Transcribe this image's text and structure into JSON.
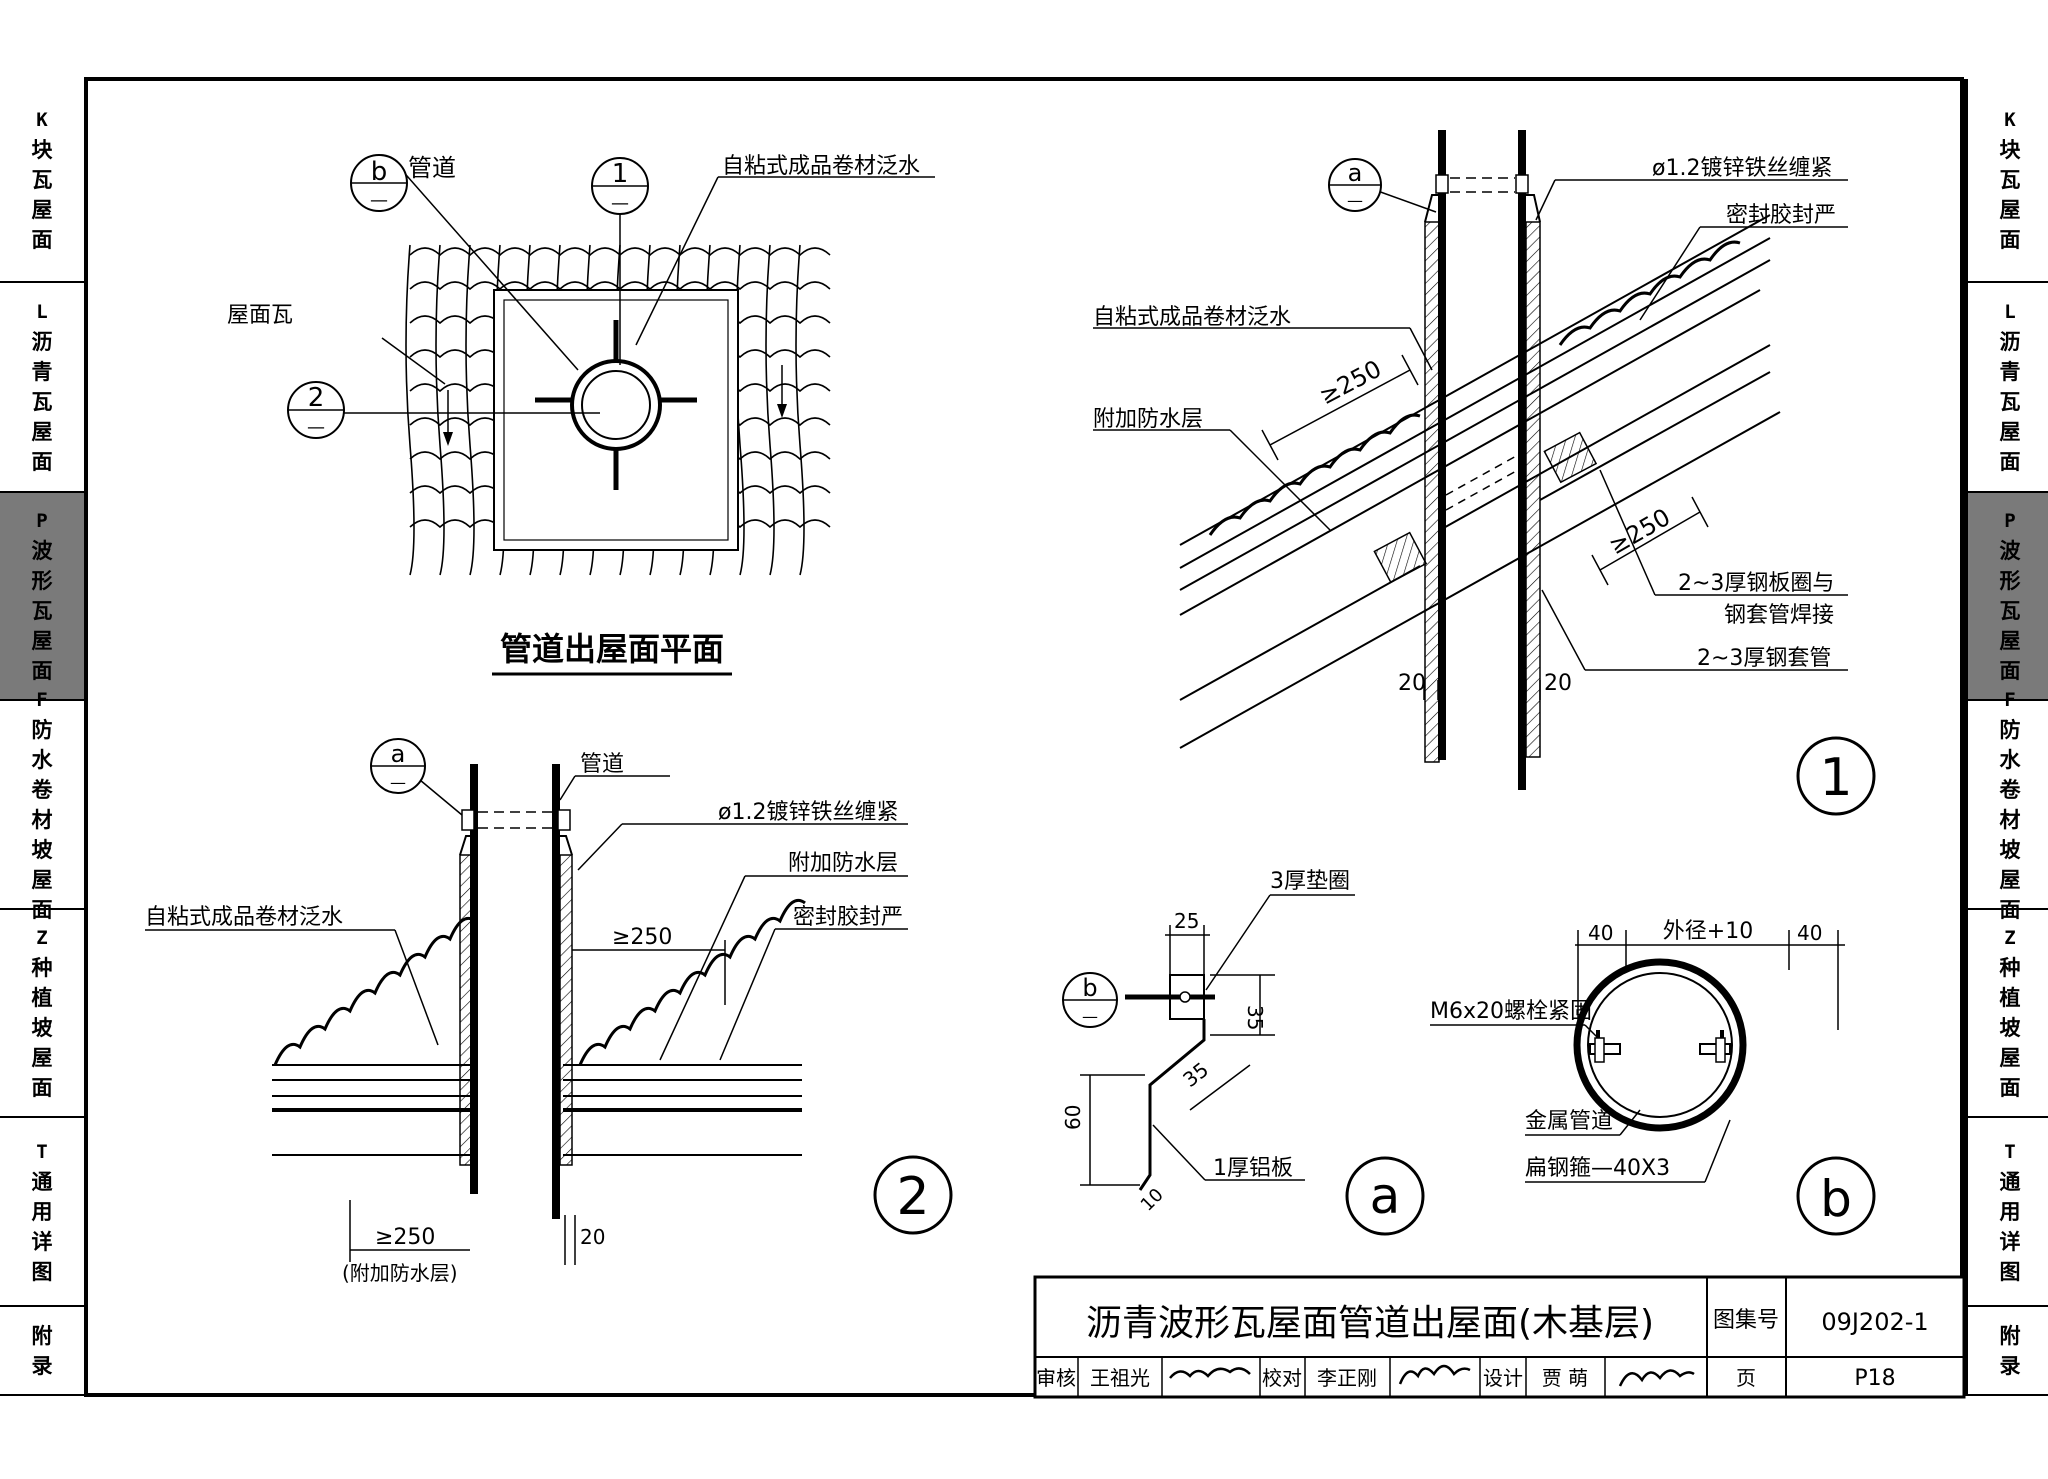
{
  "sidebar_sections": [
    {
      "code": "K",
      "chars": [
        "块",
        "瓦",
        "屋",
        "面"
      ],
      "active": false
    },
    {
      "code": "L",
      "chars": [
        "沥",
        "青",
        "瓦",
        "屋",
        "面"
      ],
      "active": false
    },
    {
      "code": "P",
      "chars": [
        "波",
        "形",
        "瓦",
        "屋",
        "面"
      ],
      "active": true
    },
    {
      "code": "F",
      "chars": [
        "防",
        "水",
        "卷",
        "材",
        "坡",
        "屋",
        "面"
      ],
      "active": false
    },
    {
      "code": "Z",
      "chars": [
        "种",
        "植",
        "坡",
        "屋",
        "面"
      ],
      "active": false
    },
    {
      "code": "T",
      "chars": [
        "通",
        "用",
        "详",
        "图"
      ],
      "active": false
    },
    {
      "code": "",
      "chars": [
        "附",
        "录"
      ],
      "active": false
    }
  ],
  "plan": {
    "title": "管道出屋面平面",
    "labels": {
      "pipe": "管道",
      "flashing": "自粘式成品卷材泛水",
      "tile": "屋面瓦"
    },
    "marker_b": "b",
    "marker_b_sub": "—",
    "marker_1": "1",
    "marker_1_sub": "—",
    "marker_2": "2",
    "marker_2_sub": "—"
  },
  "detail1": {
    "number": "1",
    "marker_a": "a",
    "marker_a_sub": "—",
    "labels": {
      "wire": "ø1.2镀锌铁丝缠紧",
      "sealant": "密封胶封严",
      "flashing": "自粘式成品卷材泛水",
      "extra_layer": "附加防水层",
      "ring_line1": "2~3厚钢板圈与",
      "ring_line2": "钢套管焊接",
      "sleeve": "2~3厚钢套管"
    },
    "dims": {
      "d250a": "≥250",
      "d250b": "≥250",
      "d20a": "20",
      "d20b": "20"
    }
  },
  "detail2": {
    "number": "2",
    "marker_a": "a",
    "marker_a_sub": "—",
    "labels": {
      "pipe": "管道",
      "wire": "ø1.2镀锌铁丝缠紧",
      "extra_layer": "附加防水层",
      "sealant": "密封胶封严",
      "flashing": "自粘式成品卷材泛水",
      "extra_note": "(附加防水层)"
    },
    "dims": {
      "d250a": "≥250",
      "d250b": "≥250",
      "d20": "20"
    }
  },
  "detail_a": {
    "number": "a",
    "marker_b": "b",
    "marker_b_sub": "—",
    "labels": {
      "washer": "3厚垫圈",
      "plate": "1厚铝板"
    },
    "dims": {
      "d25": "25",
      "d35a": "35",
      "d35b": "35",
      "d60": "60",
      "d10": "10"
    }
  },
  "detail_b": {
    "number": "b",
    "labels": {
      "bolt": "M6x20螺栓紧固",
      "pipe": "金属管道",
      "band": "扁钢箍—40X3"
    },
    "dims": {
      "d40a": "40",
      "d40b": "40",
      "outer": "外径+10"
    }
  },
  "title_block": {
    "title": "沥青波形瓦屋面管道出屋面(木基层)",
    "atlas_label": "图集号",
    "atlas_no": "09J202-1",
    "review_label": "审核",
    "reviewer": "王祖光",
    "check_label": "校对",
    "checker": "李正刚",
    "design_label": "设计",
    "designer": "贾 萌",
    "page_label": "页",
    "page_no": "P18"
  }
}
